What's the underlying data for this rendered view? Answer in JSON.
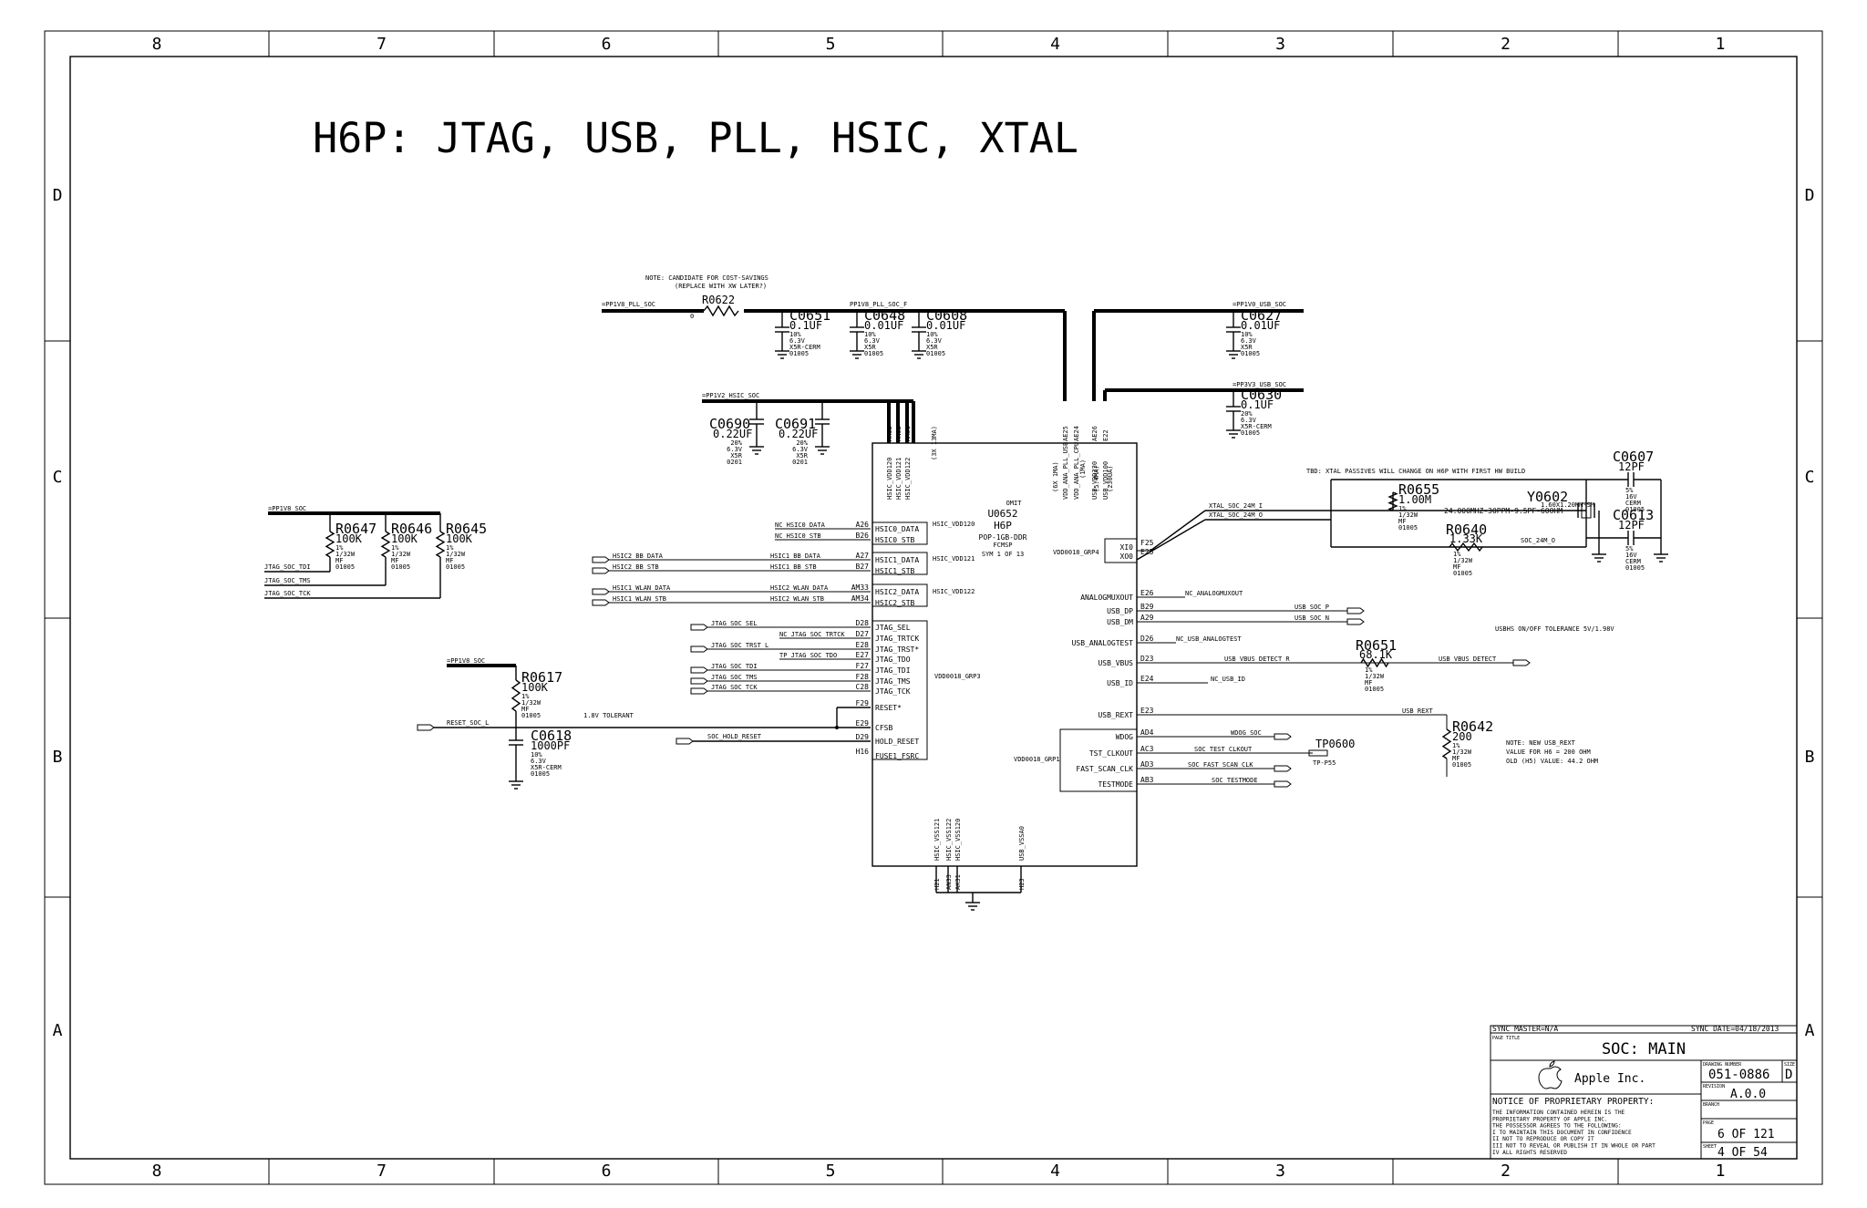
{
  "title": "H6P: JTAG, USB, PLL, HSIC, XTAL",
  "zone_columns": [
    "8",
    "7",
    "6",
    "5",
    "4",
    "3",
    "2",
    "1"
  ],
  "zone_rows": [
    "D",
    "C",
    "B",
    "A"
  ],
  "notes": {
    "cost_savings_1": "NOTE: CANDIDATE FOR COST-SAVINGS",
    "cost_savings_2": "(REPLACE WITH XW LATER?)",
    "xtal_tbd": "TBD: XTAL PASSIVES WILL CHANGE ON H6P WITH FIRST HW BUILD",
    "usbhs_tol": "USBHS ON/OFF TOLERANCE 5V/1.98V",
    "rext_1": "NOTE: NEW USB_REXT",
    "rext_2": "VALUE FOR H6 = 200 OHM",
    "rext_3": "OLD (H5) VALUE: 44.2 OHM",
    "tolerant": "1.8V TOLERANT"
  },
  "nets": {
    "pp1v8_pll": "=PP1V8_PLL_SOC",
    "pp1v8_pll_f": "PP1V8_PLL_SOC_F",
    "pp1v0_usb": "=PP1V0_USB_SOC",
    "pp3v3_usb": "=PP3V3_USB_SOC",
    "pp1v2_hsic": "=PP1V2_HSIC_SOC",
    "pp1v8_soc_a": "=PP1V8_SOC",
    "pp1v8_soc_b": "=PP1V8_SOC",
    "jtag_tdi": "JTAG_SOC_TDI",
    "jtag_tms": "JTAG_SOC_TMS",
    "jtag_tck": "JTAG_SOC_TCK",
    "reset": "RESET_SOC_L",
    "xtal_i": "XTAL_SOC_24M_I",
    "xtal_o": "XTAL_SOC_24M_O",
    "soc_24m_o": "SOC_24M_O",
    "usb_p": "USB_SOC_P",
    "usb_n": "USB_SOC_N",
    "vbus_detect_r": "USB_VBUS_DETECT_R",
    "vbus_detect": "USB_VBUS_DETECT",
    "usb_rext": "USB_REXT",
    "wdog": "WDOG_SOC",
    "test_clkout": "SOC_TEST_CLKOUT",
    "fast_scan": "SOC_FAST_SCAN_CLK",
    "testmode": "SOC_TESTMODE",
    "hold_reset": "SOC_HOLD_RESET",
    "nc_analog": "NC_ANALOGMUXOUT",
    "nc_usb_analog": "NC_USB_ANALOGTEST",
    "nc_usb_id": "NC_USB_ID",
    "nc_hsic0_data": "NC_HSIC0_DATA",
    "nc_hsic0_stb": "NC_HSIC0_STB",
    "nc_jtag_trtck": "NC_JTAG_SOC_TRTCK",
    "jtag_trst": "JTAG_SOC_TRST_L",
    "jtag_sel": "JTAG_SOC_SEL",
    "jtag_tdi2": "JTAG_SOC_TDI",
    "jtag_tms2": "JTAG_SOC_TMS",
    "jtag_tck2": "JTAG_SOC_TCK",
    "tp_jtag_tdo": "TP_JTAG_SOC_TDO",
    "hsic2_bb_data": "HSIC2_BB_DATA",
    "hsic2_bb_stb": "HSIC2_BB_STB",
    "hsic1_wlan_data": "HSIC1_WLAN_DATA",
    "hsic1_wlan_stb": "HSIC1_WLAN_STB",
    "hsic1_bb_data": "HSIC1_BB_DATA",
    "hsic1_bb_stb": "HSIC1_BB_STB",
    "hsic2_wlan_data": "HSIC2_WLAN_DATA",
    "hsic2_wlan_stb": "HSIC2_WLAN_STB"
  },
  "components": {
    "r0622": {
      "ref": "R0622",
      "val": "0"
    },
    "c0651": {
      "ref": "C0651",
      "val": "0.1UF",
      "spec": [
        "10%",
        "6.3V",
        "X5R-CERM",
        "01005"
      ]
    },
    "c0648": {
      "ref": "C0648",
      "val": "0.01UF",
      "spec": [
        "10%",
        "6.3V",
        "X5R",
        "01005"
      ]
    },
    "c0608": {
      "ref": "C0608",
      "val": "0.01UF",
      "spec": [
        "10%",
        "6.3V",
        "X5R",
        "01005"
      ]
    },
    "c0627": {
      "ref": "C0627",
      "val": "0.01UF",
      "spec": [
        "10%",
        "6.3V",
        "X5R",
        "01005"
      ]
    },
    "c0630": {
      "ref": "C0630",
      "val": "0.1UF",
      "spec": [
        "20%",
        "6.3V",
        "X5R-CERM",
        "01005"
      ]
    },
    "c0690": {
      "ref": "C0690",
      "val": "0.22UF",
      "spec": [
        "20%",
        "6.3V",
        "X5R",
        "0201"
      ]
    },
    "c0691": {
      "ref": "C0691",
      "val": "0.22UF",
      "spec": [
        "20%",
        "6.3V",
        "X5R",
        "0201"
      ]
    },
    "r0647": {
      "ref": "R0647",
      "val": "100K",
      "spec": [
        "1%",
        "1/32W",
        "MF",
        "01005"
      ]
    },
    "r0646": {
      "ref": "R0646",
      "val": "100K",
      "spec": [
        "1%",
        "1/32W",
        "MF",
        "01005"
      ]
    },
    "r0645": {
      "ref": "R0645",
      "val": "100K",
      "spec": [
        "1%",
        "1/32W",
        "MF",
        "01005"
      ]
    },
    "r0617": {
      "ref": "R0617",
      "val": "100K",
      "spec": [
        "1%",
        "1/32W",
        "MF",
        "01005"
      ]
    },
    "c0618": {
      "ref": "C0618",
      "val": "1000PF",
      "spec": [
        "10%",
        "6.3V",
        "X5R-CERM",
        "01005"
      ]
    },
    "r0655": {
      "ref": "R0655",
      "val": "1.00M",
      "spec": [
        "1%",
        "1/32W",
        "MF",
        "01005"
      ]
    },
    "y0602": {
      "ref": "Y0602",
      "val": "24.000MHZ-30PPM-9.5PF-60OHM",
      "pkg": "1.60X1.20MM-SM"
    },
    "r0640": {
      "ref": "R0640",
      "val": "1.33K",
      "spec": [
        "1%",
        "1/32W",
        "MF",
        "01005"
      ]
    },
    "c0607": {
      "ref": "C0607",
      "val": "12PF",
      "spec": [
        "5%",
        "16V",
        "CERM",
        "01005"
      ]
    },
    "c0613": {
      "ref": "C0613",
      "val": "12PF",
      "spec": [
        "5%",
        "16V",
        "CERM",
        "01005"
      ]
    },
    "r0651": {
      "ref": "R0651",
      "val": "68.1K",
      "spec": [
        "1%",
        "1/32W",
        "MF",
        "01005"
      ]
    },
    "r0642": {
      "ref": "R0642",
      "val": "200",
      "spec": [
        "1%",
        "1/32W",
        "MF",
        "01005"
      ]
    },
    "tp0600": {
      "ref": "TP0600",
      "val": "TP-P55"
    }
  },
  "ic": {
    "omit": "OMIT",
    "ref": "U0652",
    "part": "H6P",
    "pkg": "POP-1GB-DDR",
    "variant": "FCMSP",
    "sym": "SYM 1 OF 13",
    "left_pins": [
      {
        "num": "A26",
        "name": "HSIC0_DATA"
      },
      {
        "num": "B26",
        "name": "HSIC0_STB"
      },
      {
        "num": "A27",
        "name": "HSIC1_DATA"
      },
      {
        "num": "B27",
        "name": "HSIC1_STB"
      },
      {
        "num": "AM33",
        "name": "HSIC2_DATA"
      },
      {
        "num": "AM34",
        "name": "HSIC2_STB"
      },
      {
        "num": "D28",
        "name": "JTAG_SEL"
      },
      {
        "num": "D27",
        "name": "JTAG_TRTCK"
      },
      {
        "num": "E28",
        "name": "JTAG_TRST*"
      },
      {
        "num": "E27",
        "name": "JTAG_TDO"
      },
      {
        "num": "F27",
        "name": "JTAG_TDI"
      },
      {
        "num": "F28",
        "name": "JTAG_TMS"
      },
      {
        "num": "C28",
        "name": "JTAG_TCK"
      },
      {
        "num": "F29",
        "name": "RESET*"
      },
      {
        "num": "E29",
        "name": "CFSB"
      },
      {
        "num": "D29",
        "name": "HOLD_RESET"
      },
      {
        "num": "H16",
        "name": "FUSE1_FSRC"
      }
    ],
    "right_pins": [
      {
        "num": "F25",
        "name": "XI0"
      },
      {
        "num": "E25",
        "name": "XO0"
      },
      {
        "num": "E26",
        "name": "ANALOGMUXOUT"
      },
      {
        "num": "B29",
        "name": "USB_DP"
      },
      {
        "num": "A29",
        "name": "USB_DM"
      },
      {
        "num": "D26",
        "name": "USB_ANALOGTEST"
      },
      {
        "num": "D23",
        "name": "USB_VBUS"
      },
      {
        "num": "E24",
        "name": "USB_ID"
      },
      {
        "num": "E23",
        "name": "USB_REXT"
      },
      {
        "num": "AD4",
        "name": "WDOG"
      },
      {
        "num": "AC3",
        "name": "TST_CLKOUT"
      },
      {
        "num": "AD3",
        "name": "FAST_SCAN_CLK"
      },
      {
        "num": "AB3",
        "name": "TESTMODE"
      }
    ],
    "top_pins": [
      {
        "num": "AK32",
        "name": "HSIC_VDD120"
      },
      {
        "num": "AN32",
        "name": "HSIC_VDD121"
      },
      {
        "num": "AM31",
        "name": "HSIC_VDD122"
      },
      {
        "num": "AE25",
        "name": "VDD_ANA_PLL_USB"
      },
      {
        "num": "AE24",
        "name": "VDD_ANA_PLL_CPU"
      },
      {
        "num": "AE26",
        "name": "USB_VDD330"
      },
      {
        "num": "E22",
        "name": "USB_VDD100"
      }
    ],
    "bottom_pins": [
      {
        "num": "H21",
        "name": "HSIC_VSS121"
      },
      {
        "num": "AN33",
        "name": "HSIC_VSS122"
      },
      {
        "num": "AK31",
        "name": "HSIC_VSS120"
      },
      {
        "num": "H23",
        "name": "USB_VSSA0"
      }
    ],
    "groups": [
      "VDD0018_GRP3",
      "VDD0018_GRP4",
      "VDD0018_GRP1",
      "HSIC_VDD120",
      "HSIC_VDD121",
      "HSIC_VDD122"
    ],
    "current_notes": [
      "(6X 1MA)",
      "(1MA)",
      "(5.4MA)",
      "(230UA)",
      "(3X 13MA)"
    ]
  },
  "title_block": {
    "sync_master": "SYNC_MASTER=N/A",
    "sync_date": "SYNC_DATE=04/18/2013",
    "page_title_label": "PAGE TITLE",
    "page_title": "SOC: MAIN",
    "company": "Apple Inc.",
    "drawing_number_label": "DRAWING NUMBER",
    "drawing_number": "051-0886",
    "size_label": "SIZE",
    "size": "D",
    "revision_label": "REVISION",
    "revision": "A.0.0",
    "branch_label": "BRANCH",
    "page_label": "PAGE",
    "page": "6 OF 121",
    "sheet_label": "SHEET",
    "sheet": "4 OF 54",
    "notice_title": "NOTICE OF PROPRIETARY PROPERTY:",
    "notice_lines": [
      "THE INFORMATION CONTAINED HEREIN IS THE",
      "PROPRIETARY PROPERTY OF APPLE INC.",
      "THE POSSESSOR AGREES TO THE FOLLOWING:",
      "I TO MAINTAIN THIS DOCUMENT IN CONFIDENCE",
      "II NOT TO REPRODUCE OR COPY IT",
      "III NOT TO REVEAL OR PUBLISH IT IN WHOLE OR PART",
      "IV ALL RIGHTS RESERVED"
    ]
  }
}
